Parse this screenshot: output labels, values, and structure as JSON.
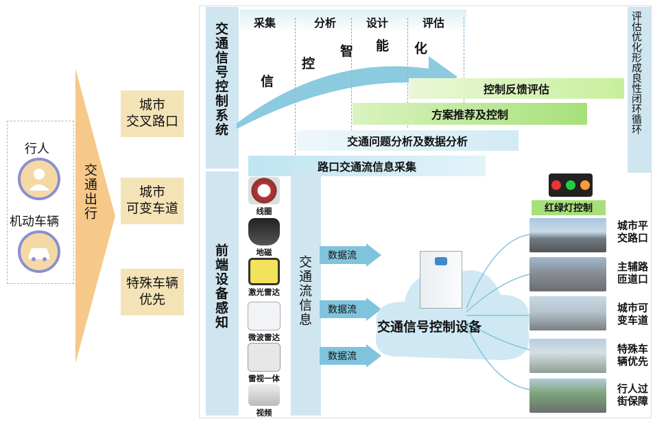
{
  "left": {
    "actors": [
      "行人",
      "机动车辆"
    ],
    "travel": "交通出行",
    "scenarios": [
      "城市\n交叉路口",
      "城市\n可变车道",
      "特殊车辆\n优先"
    ]
  },
  "system": {
    "title": "交通信号控制系统",
    "stages": [
      "采集",
      "分析",
      "设计",
      "评估"
    ],
    "diag_words": [
      "信",
      "控",
      "智",
      "能",
      "化"
    ],
    "layers": [
      "控制反馈评估",
      "方案推荐及控制",
      "交通问题分析及数据分析",
      "路口交通流信息采集"
    ],
    "right_label": "评估优化形成良性闭环循环"
  },
  "frontend": {
    "title": "前端设备感知",
    "devices": [
      "线圈",
      "地磁",
      "激光雷达",
      "微波雷达",
      "雷视一体",
      "视频"
    ],
    "flow_info": "交通流信息",
    "data_flows": [
      "数据流",
      "数据流",
      "数据流"
    ]
  },
  "center": {
    "device": "交通信号控制设备",
    "light_label": "红绿灯控制"
  },
  "scenes": [
    "城市平\n交路口",
    "主辅路\n匝道口",
    "城市可\n变车道",
    "特殊车\n辆优先",
    "行人过\n街保障"
  ],
  "colors": {
    "beige": "#f4e3b6",
    "orange": "#f6c88a",
    "light_blue": "#cfe6f1",
    "arrow_blue": "#7fc4dc",
    "green": "#a7e07a"
  }
}
